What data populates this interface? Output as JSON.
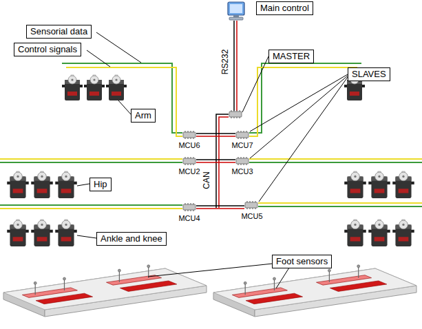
{
  "diagram": {
    "nodes": [
      {
        "text": [
          "Main control"
        ]
      },
      {
        "text": [
          "Sensorial data"
        ]
      },
      {
        "text": [
          "Control signals"
        ]
      },
      {
        "text": [
          "MASTER"
        ]
      },
      {
        "text": [
          "SLAVES"
        ]
      },
      {
        "text": [
          "Arm"
        ]
      },
      {
        "text": [
          "Hip"
        ]
      },
      {
        "text": [
          "Ankle and knee"
        ]
      },
      {
        "text": [
          "Foot sensors"
        ]
      }
    ],
    "labels": [
      "RS232",
      "CAN",
      "MCU6",
      "MCU7",
      "MCU2",
      "MCU3",
      "MCU4",
      "MCU5"
    ]
  }
}
